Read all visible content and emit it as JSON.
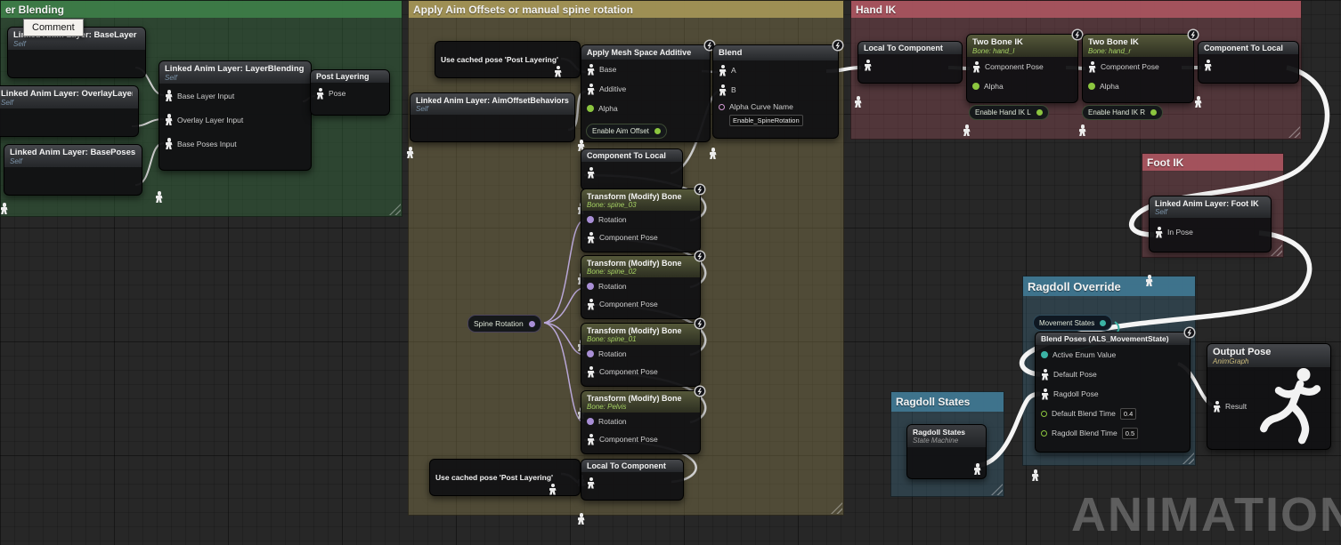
{
  "watermark": "ANIMATION",
  "tooltip": "Comment",
  "comments": {
    "layer_blending": "er Blending",
    "aim": "Apply Aim Offsets or manual spine rotation",
    "hand_ik": "Hand IK",
    "foot_ik": "Foot IK",
    "ragdoll_override": "Ragdoll Override",
    "ragdoll_states": "Ragdoll States"
  },
  "nodes": {
    "base_layer": {
      "title": "Linked Anim Layer: BaseLayer",
      "subtitle": "Self"
    },
    "overlay_layer": {
      "title": "Linked Anim Layer: OverlayLayer",
      "subtitle": "Self"
    },
    "base_poses": {
      "title": "Linked Anim Layer: BasePoses",
      "subtitle": "Self"
    },
    "layer_blending": {
      "title": "Linked Anim Layer: LayerBlending",
      "subtitle": "Self",
      "pin1": "Base Layer Input",
      "pin2": "Overlay Layer Input",
      "pin3": "Base Poses Input"
    },
    "post_layering": {
      "title": "Post Layering",
      "pin1": "Pose"
    },
    "cached_top": {
      "title": "Use cached pose 'Post Layering'"
    },
    "aim_behaviors": {
      "title": "Linked Anim Layer: AimOffsetBehaviors",
      "subtitle": "Self"
    },
    "apply_mesh": {
      "title": "Apply Mesh Space Additive",
      "pin1": "Base",
      "pin2": "Additive",
      "pin3": "Alpha",
      "pill": "Enable Aim Offset"
    },
    "blend": {
      "title": "Blend",
      "pin1": "A",
      "pin2": "B",
      "pin3": "Alpha Curve Name",
      "value": "Enable_SpineRotation"
    },
    "comp_to_local_mid": {
      "title": "Component To Local"
    },
    "spine_pill": {
      "label": "Spine Rotation"
    },
    "t1": {
      "title": "Transform (Modify) Bone",
      "subtitle": "Bone: spine_03",
      "pin1": "Rotation",
      "pin2": "Component Pose"
    },
    "t2": {
      "title": "Transform (Modify) Bone",
      "subtitle": "Bone: spine_02",
      "pin1": "Rotation",
      "pin2": "Component Pose"
    },
    "t3": {
      "title": "Transform (Modify) Bone",
      "subtitle": "Bone: spine_01",
      "pin1": "Rotation",
      "pin2": "Component Pose"
    },
    "t4": {
      "title": "Transform (Modify) Bone",
      "subtitle": "Bone: Pelvis",
      "pin1": "Rotation",
      "pin2": "Component Pose"
    },
    "cached_bottom": {
      "title": "Use cached pose 'Post Layering'"
    },
    "local_to_comp_bottom": {
      "title": "Local To Component"
    },
    "hand_local_to_comp": {
      "title": "Local To Component"
    },
    "two_bone_l": {
      "title": "Two Bone IK",
      "subtitle": "Bone: hand_l",
      "pin1": "Component Pose",
      "pin2": "Alpha",
      "pill": "Enable Hand IK L"
    },
    "two_bone_r": {
      "title": "Two Bone IK",
      "subtitle": "Bone: hand_r",
      "pin1": "Component Pose",
      "pin2": "Alpha",
      "pill": "Enable Hand IK R"
    },
    "hand_comp_to_local": {
      "title": "Component To Local"
    },
    "foot_ik": {
      "title": "Linked Anim Layer: Foot IK",
      "subtitle": "Self",
      "pin1": "In Pose"
    },
    "movement_pill": {
      "label": "Movement States"
    },
    "blend_poses": {
      "title": "Blend Poses (ALS_MovementState)",
      "pin1": "Active Enum Value",
      "pin2": "Default Pose",
      "pin3": "Ragdoll Pose",
      "pin4": "Default Blend Time",
      "pin4_value": "0.4",
      "pin5": "Ragdoll Blend Time",
      "pin5_value": "0.5"
    },
    "ragdoll_states": {
      "title": "Ragdoll States",
      "subtitle": "State Machine"
    },
    "output_pose": {
      "title": "Output Pose",
      "subtitle": "AnimGraph",
      "pin1": "Result"
    }
  }
}
